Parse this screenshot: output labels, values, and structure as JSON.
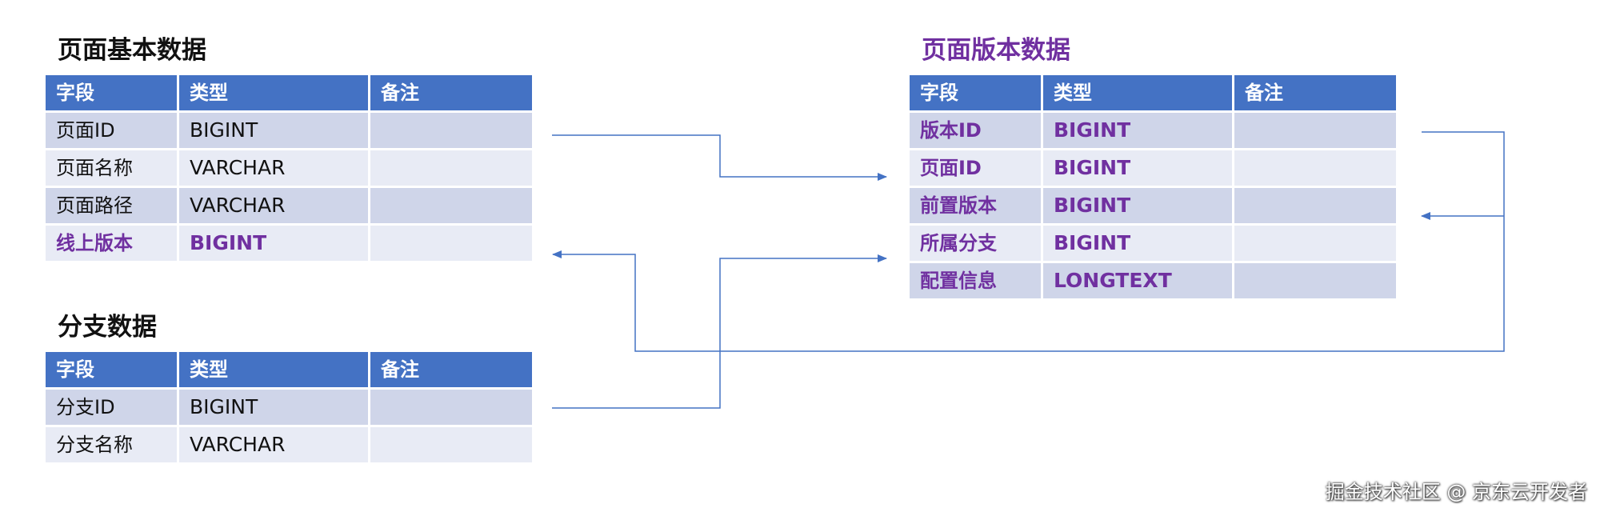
{
  "tables": {
    "page_basic": {
      "title": "页面基本数据",
      "headers": [
        "字段",
        "类型",
        "备注"
      ],
      "rows": [
        {
          "field": "页面ID",
          "type": "BIGINT",
          "note": ""
        },
        {
          "field": "页面名称",
          "type": "VARCHAR",
          "note": ""
        },
        {
          "field": "页面路径",
          "type": "VARCHAR",
          "note": ""
        },
        {
          "field": "线上版本",
          "type": "BIGINT",
          "note": ""
        }
      ]
    },
    "branch": {
      "title": "分支数据",
      "headers": [
        "字段",
        "类型",
        "备注"
      ],
      "rows": [
        {
          "field": "分支ID",
          "type": "BIGINT",
          "note": ""
        },
        {
          "field": "分支名称",
          "type": "VARCHAR",
          "note": ""
        }
      ]
    },
    "page_version": {
      "title": "页面版本数据",
      "headers": [
        "字段",
        "类型",
        "备注"
      ],
      "rows": [
        {
          "field": "版本ID",
          "type": "BIGINT",
          "note": ""
        },
        {
          "field": "页面ID",
          "type": "BIGINT",
          "note": ""
        },
        {
          "field": "前置版本",
          "type": "BIGINT",
          "note": ""
        },
        {
          "field": "所属分支",
          "type": "BIGINT",
          "note": ""
        },
        {
          "field": "配置信息",
          "type": "LONGTEXT",
          "note": ""
        }
      ]
    }
  },
  "relations": [
    {
      "from": "页面基本数据.页面ID",
      "to": "页面版本数据.页面ID"
    },
    {
      "from": "分支数据.分支ID",
      "to": "页面版本数据.所属分支"
    },
    {
      "from": "页面版本数据.版本ID",
      "to": "页面基本数据.线上版本"
    },
    {
      "from": "页面版本数据.版本ID",
      "to": "页面版本数据.前置版本"
    }
  ],
  "colors": {
    "header_bg": "#4472c4",
    "row_dark": "#cfd5e9",
    "row_light": "#e8ebf5",
    "highlight": "#7030a0",
    "connector": "#4472c4"
  },
  "watermark": "掘金技术社区 @ 京东云开发者"
}
